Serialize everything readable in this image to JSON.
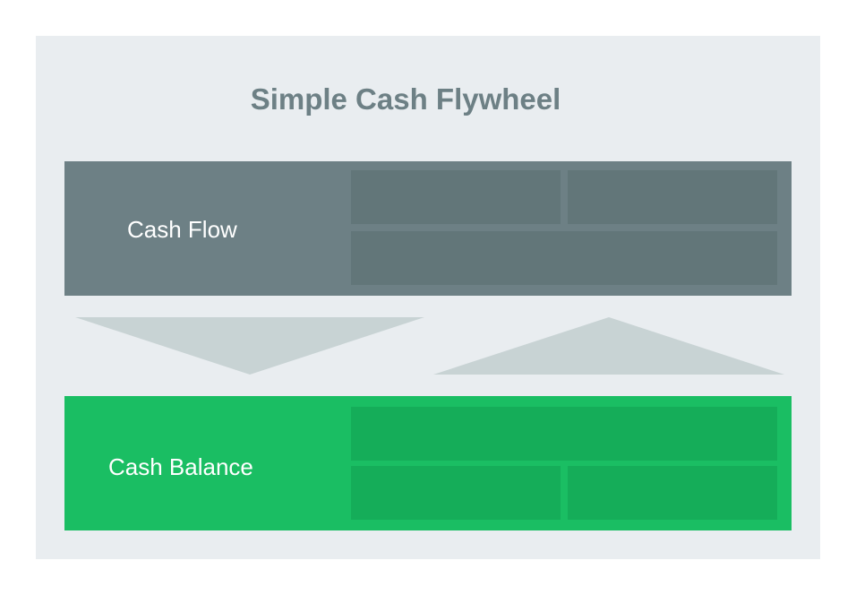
{
  "title": "Simple Cash Flywheel",
  "colors": {
    "background": "#e9edf0",
    "title": "#6d8085",
    "cash_flow": "#6d8085",
    "cash_flow_cell": "#627679",
    "cash_balance": "#1abe63",
    "cash_balance_cell": "#15ad59",
    "arrow": "#c8d3d4"
  },
  "blocks": [
    {
      "label": "Cash Flow"
    },
    {
      "label": "Cash Balance"
    }
  ],
  "arrows": [
    {
      "direction": "down",
      "from": "Cash Flow",
      "to": "Cash Balance"
    },
    {
      "direction": "up",
      "from": "Cash Balance",
      "to": "Cash Flow"
    }
  ]
}
